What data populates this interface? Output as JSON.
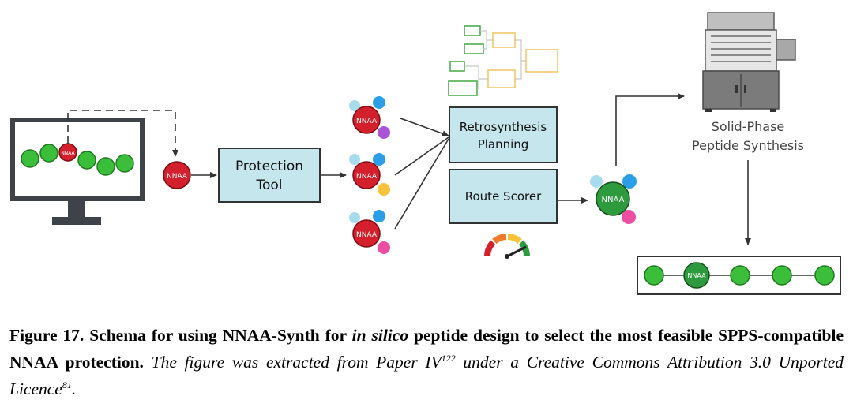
{
  "labels": {
    "nnaa": "NNAA",
    "protection_tool": [
      "Protection",
      "Tool"
    ],
    "retrosynthesis": [
      "Retrosynthesis",
      "Planning"
    ],
    "route_scorer": "Route Scorer",
    "spps": [
      "Solid-Phase",
      "Peptide Synthesis"
    ]
  },
  "caption": {
    "figure_label": "Figure 17.",
    "title_1": " Schema for using NNAA-Synth for ",
    "title_italic": "in silico",
    "title_2": " peptide design to select the most feasible SPPS-compatible NNAA protection.",
    "note_1": " The figure was extracted from Paper IV",
    "note_ref_1": "122",
    "note_2": " under a Creative Commons Attribution 3.0 Unported Licence",
    "note_ref_2": "81",
    "note_3": "."
  },
  "colors": {
    "box_fill": "#c5e6ec",
    "nnaa_red": "#d41f2c",
    "peptide_green": "#3bbf3b",
    "nnaa_green": "#2e9a3e",
    "pg_light_blue": "#a6dcec",
    "pg_blue": "#2a9ee6",
    "pg_purple": "#a855d6",
    "pg_yellow": "#f6c33b",
    "pg_pink": "#ec4ea1",
    "tree_green": "#4caf50",
    "tree_yellow": "#f2c76a"
  }
}
